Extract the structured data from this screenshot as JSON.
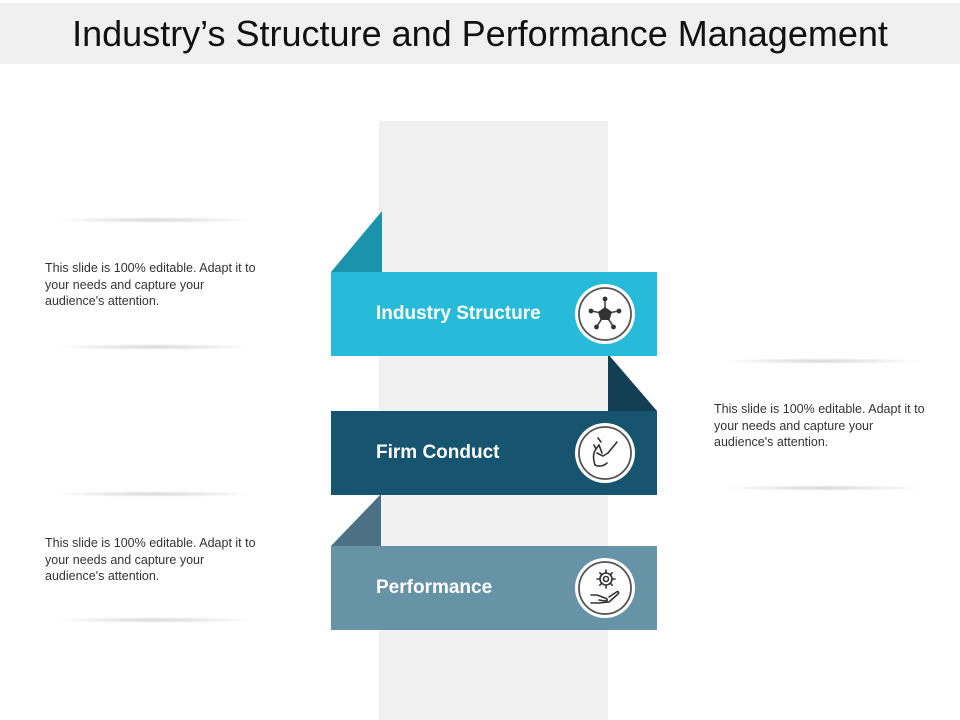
{
  "slide": {
    "title": "Industry’s Structure and Performance Management"
  },
  "stages": [
    {
      "label": "Industry Structure",
      "icon": "network-pentagon-icon",
      "color": "#28bbd9",
      "fold_color": "#1b93ab"
    },
    {
      "label": "Firm Conduct",
      "icon": "hand-gesture-icon",
      "color": "#17546f",
      "fold_color": "#123f54"
    },
    {
      "label": "Performance",
      "icon": "gear-hand-icon",
      "color": "#6793a7",
      "fold_color": "#4c7184"
    }
  ],
  "notes": [
    {
      "text": "This slide is 100% editable. Adapt it to your needs and capture your audience's attention."
    },
    {
      "text": "This slide is 100% editable. Adapt it to your needs and capture your audience's attention."
    },
    {
      "text": "This slide is 100% editable. Adapt it to your needs and capture your audience's attention."
    }
  ]
}
